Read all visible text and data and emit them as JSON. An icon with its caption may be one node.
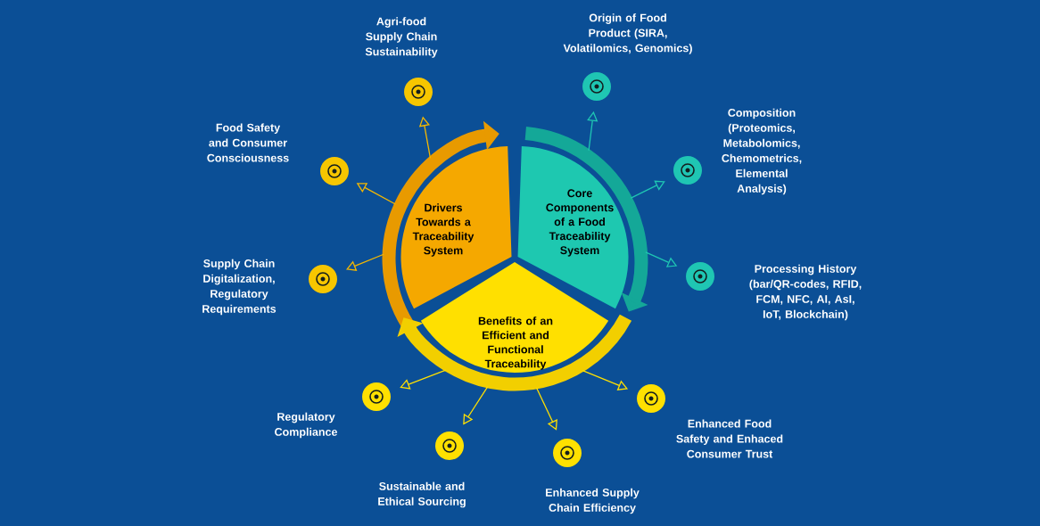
{
  "diagram": {
    "nodes": [
      {
        "text": [
          "Drivers Towards a Traceability System"
        ]
      },
      {
        "text": [
          "Core Components of a Food Traceability System"
        ]
      },
      {
        "text": [
          "Benefits of an Efficient and Functional Traceability"
        ]
      },
      {
        "text": [],
        "shape": "circle",
        "beside": [
          "Agri-food Supply Chain Sustainability"
        ]
      },
      {
        "text": [],
        "shape": "circle",
        "beside": [
          "Food Safety and Consumer Consciousness"
        ]
      },
      {
        "text": [],
        "shape": "circle",
        "beside": [
          "Supply Chain Digitalization, Regulatory Requirements"
        ]
      },
      {
        "text": [],
        "shape": "circle",
        "beside": [
          "Origin of Food Product (SIRA, Volatilomics, Genomics)"
        ]
      },
      {
        "text": [],
        "shape": "circle",
        "beside": [
          "Composition (Proteomics, Metabolomics, Chemometrics, Elemental Analysis)"
        ]
      },
      {
        "text": [],
        "shape": "circle",
        "beside": [
          "Processing History (bar/QR-codes, RFID, FCM, NFC, AI, AsI, IoT, Blockchain)"
        ]
      },
      {
        "text": [],
        "shape": "circle",
        "beside": [
          "Enhanced Food Safety and Enhaced Consumer Trust"
        ]
      },
      {
        "text": [],
        "shape": "circle",
        "beside": [
          "Enhanced Supply Chain Efficiency"
        ]
      },
      {
        "text": [],
        "shape": "circle",
        "beside": [
          "Sustainable and Ethical Sourcing"
        ]
      },
      {
        "text": [],
        "shape": "circle",
        "beside": [
          "Regulatory Compliance"
        ]
      }
    ],
    "edges": [
      {
        "from": 0,
        "to": 3,
        "arrow": "to",
        "color": "#f5b800"
      },
      {
        "from": 0,
        "to": 4,
        "arrow": "to",
        "color": "#f5b800"
      },
      {
        "from": 0,
        "to": 5,
        "arrow": "to",
        "color": "#f5b800"
      },
      {
        "from": 1,
        "to": 6,
        "arrow": "to",
        "color": "#1fc6b3"
      },
      {
        "from": 1,
        "to": 7,
        "arrow": "to",
        "color": "#1fc6b3"
      },
      {
        "from": 1,
        "to": 8,
        "arrow": "to",
        "color": "#1fc6b3"
      },
      {
        "from": 2,
        "to": 9,
        "arrow": "to",
        "color": "#ffe000"
      },
      {
        "from": 2,
        "to": 10,
        "arrow": "to",
        "color": "#ffe000"
      },
      {
        "from": 2,
        "to": 11,
        "arrow": "to",
        "color": "#ffe000"
      },
      {
        "from": 2,
        "to": 12,
        "arrow": "to",
        "color": "#ffe000"
      }
    ]
  }
}
